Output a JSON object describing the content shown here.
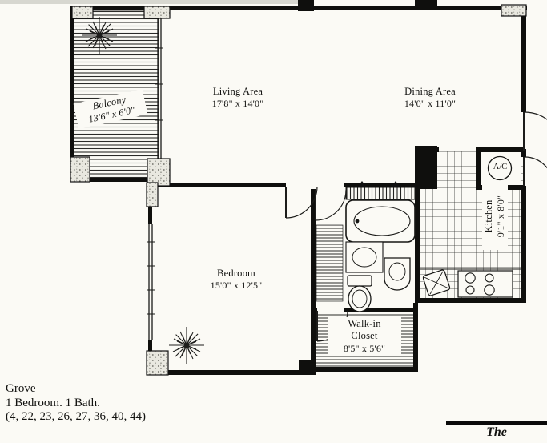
{
  "colors": {
    "ink": "#121210",
    "paper": "#fbfaf5"
  },
  "plan": {
    "rooms": {
      "balcony": {
        "name": "Balcony",
        "dims": "13'6\" x 6'0\""
      },
      "living": {
        "name": "Living Area",
        "dims": "17'8\" x 14'0\""
      },
      "dining": {
        "name": "Dining Area",
        "dims": "14'0\" x 11'0\""
      },
      "kitchen": {
        "name": "Kitchen",
        "dims": "9'1\" x 8'0\""
      },
      "bedroom": {
        "name": "Bedroom",
        "dims": "15'0\" x 12'5\""
      },
      "closet": {
        "line1": "Walk-in",
        "line2": "Closet",
        "dims": "8'5\" x 5'6\""
      },
      "ac": {
        "label": "A/C"
      }
    },
    "fixtures": [
      "bathtub",
      "toilet",
      "pedestal-sink",
      "vanity",
      "kitchen-sink",
      "stove-burners",
      "ac-unit",
      "balcony-plant",
      "bedroom-plant",
      "entry-door",
      "windows"
    ]
  },
  "footer": {
    "plan_name": "Grove",
    "description": "1 Bedroom. 1 Bath.",
    "units": "(4, 22, 23, 26, 27, 36, 40, 44)"
  },
  "logo": {
    "partial_text": "The"
  }
}
